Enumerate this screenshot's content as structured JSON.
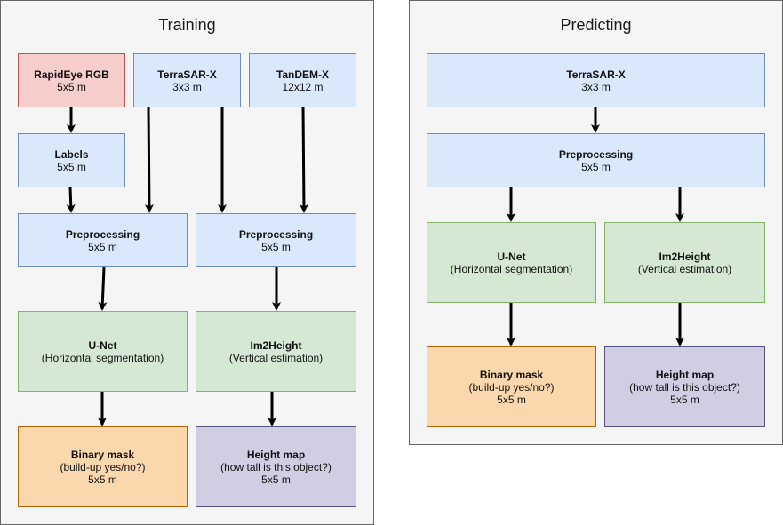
{
  "training": {
    "title": "Training",
    "nodes": {
      "rapideye": {
        "title": "RapidEye RGB",
        "sub": "5x5 m"
      },
      "terrasar": {
        "title": "TerraSAR-X",
        "sub": "3x3 m"
      },
      "tandem": {
        "title": "TanDEM-X",
        "sub": "12x12 m"
      },
      "labels": {
        "title": "Labels",
        "sub": "5x5 m"
      },
      "prep1": {
        "title": "Preprocessing",
        "sub": "5x5 m"
      },
      "prep2": {
        "title": "Preprocessing",
        "sub": "5x5 m"
      },
      "unet": {
        "title": "U-Net",
        "sub": "(Horizontal segmentation)"
      },
      "im2height": {
        "title": "Im2Height",
        "sub": "(Vertical estimation)"
      },
      "mask": {
        "title": "Binary mask",
        "sub": "(build-up yes/no?)",
        "sub2": "5x5 m"
      },
      "height": {
        "title": "Height map",
        "sub": "(how tall is this object?)",
        "sub2": "5x5 m"
      }
    }
  },
  "predicting": {
    "title": "Predicting",
    "nodes": {
      "terrasar": {
        "title": "TerraSAR-X",
        "sub": "3x3 m"
      },
      "prep": {
        "title": "Preprocessing",
        "sub": "5x5 m"
      },
      "unet": {
        "title": "U-Net",
        "sub": "(Horizontal segmentation)"
      },
      "im2height": {
        "title": "Im2Height",
        "sub": "(Vertical estimation)"
      },
      "mask": {
        "title": "Binary mask",
        "sub": "(build-up yes/no?)",
        "sub2": "5x5 m"
      },
      "height": {
        "title": "Height map",
        "sub": "(how tall is this object?)",
        "sub2": "5x5 m"
      }
    }
  },
  "colors": {
    "blue": "#dae8fc",
    "red": "#f8cecc",
    "green": "#d5e8d4",
    "orange": "#fad7ac",
    "purple": "#d0cee2"
  }
}
